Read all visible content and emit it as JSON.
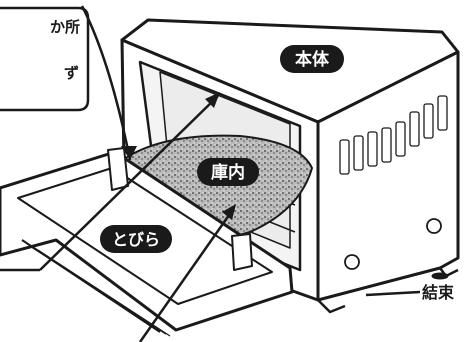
{
  "labels": {
    "body": "本体",
    "interior": "庫内",
    "door": "とびら",
    "binding": "結束"
  },
  "callout": {
    "line1": "か所",
    "line2": "ず"
  },
  "colors": {
    "ink": "#1a1a1a",
    "pill_fill": "#1a1a1a",
    "pill_text": "#ffffff",
    "interior_speckle": "#8a8a8a",
    "background": "#ffffff"
  }
}
